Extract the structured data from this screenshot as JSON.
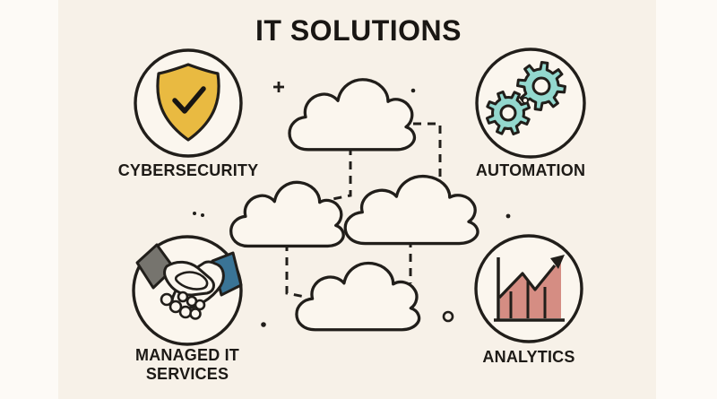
{
  "title": "IT SOLUTIONS",
  "items": [
    {
      "label": "CYBERSECURITY",
      "icon": "shield-check-icon",
      "accent": "#e9ba41"
    },
    {
      "label": "AUTOMATION",
      "icon": "gears-icon",
      "accent": "#93d8ce"
    },
    {
      "label": "MANAGED IT SERVICES",
      "icon": "handshake-icon",
      "accent": "#3a7496",
      "accent2": "#76746e"
    },
    {
      "label": "ANALYTICS",
      "icon": "growth-chart-icon",
      "accent": "#d58d83"
    }
  ],
  "colors": {
    "background": "#f7f1e8",
    "side_margin": "#fdfaf6",
    "ink": "#211e1a",
    "light_fill": "#fbf6ee"
  }
}
